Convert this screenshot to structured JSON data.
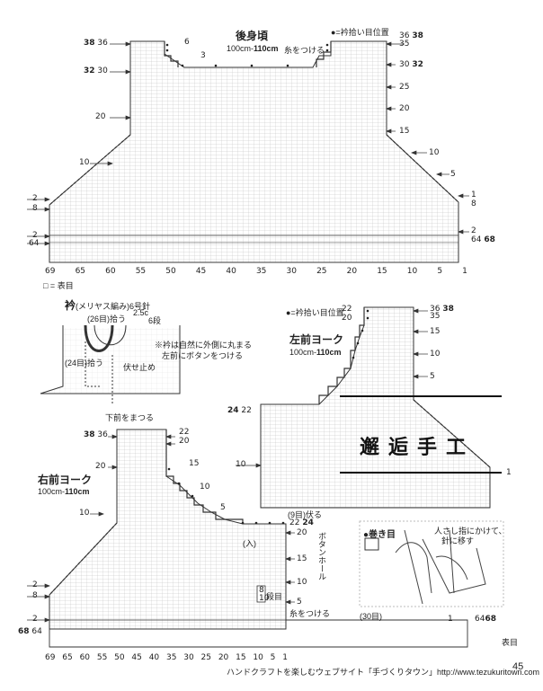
{
  "back_body": {
    "title": "後身頃",
    "pickup_legend": "●=衿拾い目位置",
    "size": "100cm-",
    "size_bold": "110cm",
    "yarn_note": "糸をつける",
    "left_rows": [
      "38",
      "36",
      "32",
      "30",
      "20",
      "10",
      "2",
      "8",
      "2",
      "64"
    ],
    "right_rows": [
      "36",
      "38",
      "35",
      "30",
      "32",
      "25",
      "20",
      "15",
      "10",
      "5",
      "1",
      "8",
      "2",
      "64",
      "68"
    ],
    "shoulder_marks": [
      "6",
      "3"
    ],
    "bottom_axis": [
      "69",
      "65",
      "60",
      "55",
      "50",
      "45",
      "40",
      "35",
      "30",
      "25",
      "20",
      "15",
      "10",
      "5",
      "1"
    ],
    "legend_symbol_note": "□ = 表目"
  },
  "collar": {
    "title": "衿",
    "subtitle": "(メリヤス編み)",
    "needle": "6号針",
    "pickup_top": "(26目)拾う",
    "side_label": "(24目)拾う",
    "side_label2": "伏せ止め",
    "measure": "2.5c",
    "rows_label": "6段",
    "note_line1": "※衿は自然に外側に丸まる",
    "note_line2": "左前にボタンをつける",
    "bottom_note": "下前をまつる"
  },
  "left_front": {
    "title": "左前ヨーク",
    "pickup_legend": "●=衿拾い目位置",
    "size": "100cm-",
    "size_bold": "110cm",
    "rows": [
      "22",
      "20",
      "15",
      "10",
      "5",
      "1",
      "24",
      "22",
      "10",
      "1"
    ],
    "top_right": [
      "36",
      "38",
      "35"
    ],
    "bottom_note": "(9目)伏る",
    "marks": [
      "1"
    ]
  },
  "right_front": {
    "title": "右前ヨーク",
    "size": "100cm-",
    "size_bold": "110cm",
    "left_rows": [
      "38",
      "36",
      "20",
      "10",
      "2",
      "8",
      "2",
      "68",
      "64"
    ],
    "right_rows": [
      "22",
      "20",
      "15",
      "10",
      "5",
      "22",
      "24",
      "20",
      "15",
      "10",
      "5",
      "1",
      "64",
      "68"
    ],
    "button_hole": "ボタンホール",
    "buttonhole_rows": [
      "8",
      "10"
    ],
    "buttonhole_note": "段目",
    "yarn_note": "糸をつける",
    "stitch_note": "(30目)",
    "bottom_axis": [
      "69",
      "65",
      "60",
      "55",
      "50",
      "45",
      "40",
      "35",
      "30",
      "25",
      "20",
      "15",
      "10",
      "5",
      "1"
    ],
    "legend_suffix": "表目",
    "mark_inner": "(入)"
  },
  "cast_on": {
    "title": "●巻き目",
    "instruction_line1": "人さし指にかけて、",
    "instruction_line2": "針に移す"
  },
  "watermark": {
    "text": "邂逅手工"
  },
  "footer": {
    "site_text": "ハンドクラフトを楽しむウェブサイト「手づくりタウン」http://www.tezukuritown.com",
    "page_number": "45"
  }
}
